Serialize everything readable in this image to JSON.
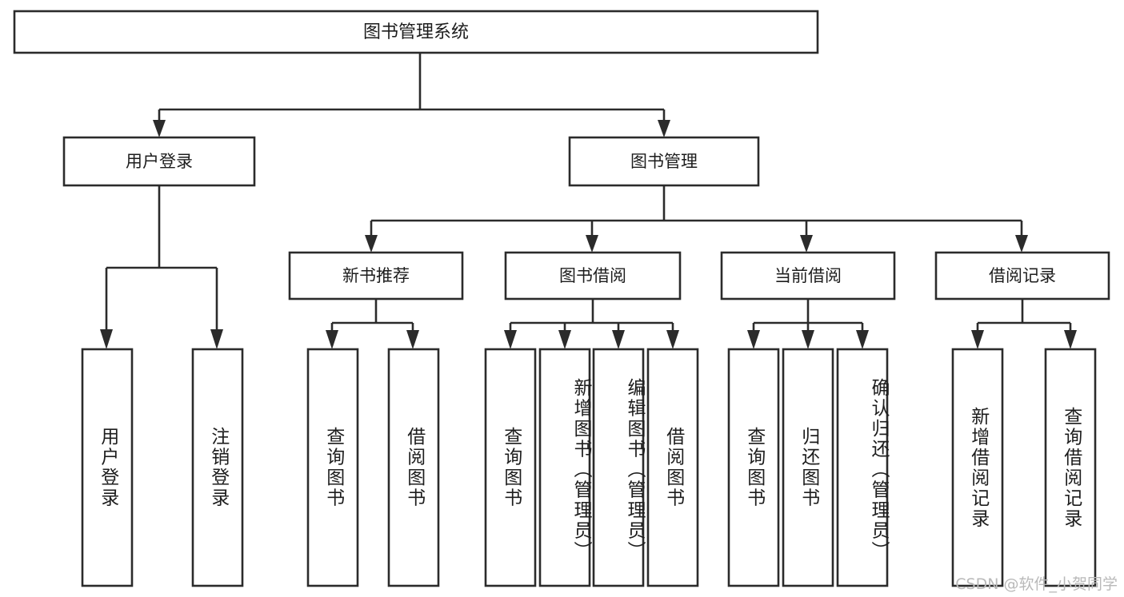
{
  "diagram": {
    "type": "tree",
    "title": "图书管理系统",
    "orientation": "top-down",
    "colors": {
      "stroke": "#2b2b2b",
      "fill": "#ffffff",
      "text": "#1d1d1d",
      "watermark": "#b9b9b9",
      "background": "#ffffff"
    },
    "root": {
      "label": "图书管理系统"
    },
    "level2": [
      {
        "label": "用户登录"
      },
      {
        "label": "图书管理"
      }
    ],
    "level3": [
      {
        "label": "新书推荐"
      },
      {
        "label": "图书借阅"
      },
      {
        "label": "当前借阅"
      },
      {
        "label": "借阅记录"
      }
    ],
    "leaves": {
      "user_login": [
        {
          "label": "用户登录"
        },
        {
          "label": "注销登录"
        }
      ],
      "new_book_recommend": [
        {
          "label": "查询图书"
        },
        {
          "label": "借阅图书"
        }
      ],
      "book_borrow": [
        {
          "label": "查询图书"
        },
        {
          "label": "新增图书（管理员）"
        },
        {
          "label": "编辑图书（管理员）"
        },
        {
          "label": "借阅图书"
        }
      ],
      "current_borrow": [
        {
          "label": "查询图书"
        },
        {
          "label": "归还图书"
        },
        {
          "label": "确认归还（管理员）"
        }
      ],
      "borrow_record": [
        {
          "label": "新增借阅记录"
        },
        {
          "label": "查询借阅记录"
        }
      ]
    }
  },
  "watermark": {
    "text": "CSDN @软件_小贺同学"
  }
}
